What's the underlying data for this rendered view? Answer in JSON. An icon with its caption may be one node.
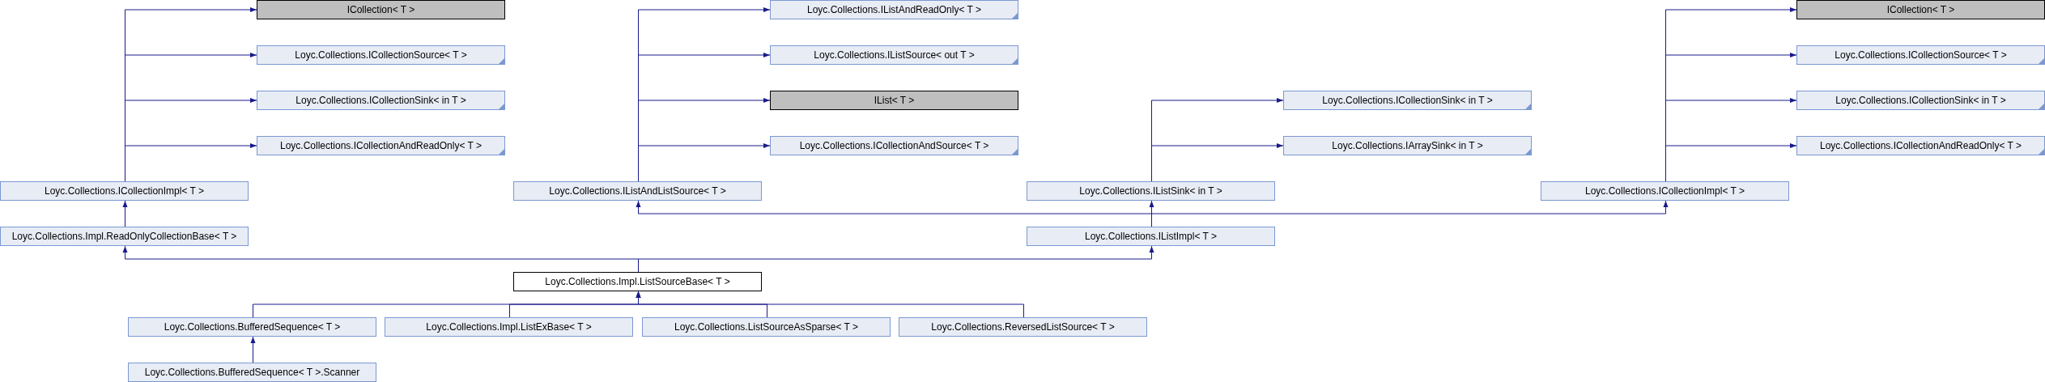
{
  "diagram": {
    "nodes": [
      {
        "text": [
          "ICollection< T >"
        ]
      },
      {
        "text": [
          "Loyc.Collections.IListAndReadOnly< T >"
        ]
      },
      {
        "text": [
          "ICollection< T >"
        ]
      },
      {
        "text": [
          "Loyc.Collections.ICollectionSource< T >"
        ]
      },
      {
        "text": [
          "Loyc.Collections.IListSource< out T >"
        ]
      },
      {
        "text": [
          "Loyc.Collections.ICollectionSource< T >"
        ]
      },
      {
        "text": [
          "Loyc.Collections.ICollectionSink< in T >"
        ]
      },
      {
        "text": [
          "IList< T >"
        ]
      },
      {
        "text": [
          "Loyc.Collections.ICollectionSink< in T >"
        ]
      },
      {
        "text": [
          "Loyc.Collections.ICollectionSink< in T >"
        ]
      },
      {
        "text": [
          "Loyc.Collections.ICollectionAndReadOnly< T >"
        ]
      },
      {
        "text": [
          "Loyc.Collections.ICollectionAndSource< T >"
        ]
      },
      {
        "text": [
          "Loyc.Collections.IArraySink< in T >"
        ]
      },
      {
        "text": [
          "Loyc.Collections.ICollectionAndReadOnly< T >"
        ]
      },
      {
        "text": [
          "Loyc.Collections.ICollectionImpl< T >"
        ]
      },
      {
        "text": [
          "Loyc.Collections.IListAndListSource< T >"
        ]
      },
      {
        "text": [
          "Loyc.Collections.IListSink< in T >"
        ]
      },
      {
        "text": [
          "Loyc.Collections.ICollectionImpl< T >"
        ]
      },
      {
        "text": [
          "Loyc.Collections.Impl.ReadOnlyCollectionBase< T >"
        ]
      },
      {
        "text": [
          "Loyc.Collections.IListImpl< T >"
        ]
      },
      {
        "text": [
          "Loyc.Collections.Impl.ListSourceBase< T >"
        ]
      },
      {
        "text": [
          "Loyc.Collections.BufferedSequence< T >"
        ]
      },
      {
        "text": [
          "Loyc.Collections.Impl.ListExBase< T >"
        ]
      },
      {
        "text": [
          "Loyc.Collections.ListSourceAsSparse< T >"
        ]
      },
      {
        "text": [
          "Loyc.Collections.ReversedListSource< T >"
        ]
      },
      {
        "text": [
          "Loyc.Collections.BufferedSequence< T >.Scanner"
        ]
      }
    ],
    "edges": [
      {
        "from": 14,
        "to": 0,
        "arrow": "to"
      },
      {
        "from": 14,
        "to": 3,
        "arrow": "to"
      },
      {
        "from": 14,
        "to": 6,
        "arrow": "to"
      },
      {
        "from": 14,
        "to": 10,
        "arrow": "to"
      },
      {
        "from": 15,
        "to": 1,
        "arrow": "to"
      },
      {
        "from": 15,
        "to": 4,
        "arrow": "to"
      },
      {
        "from": 15,
        "to": 7,
        "arrow": "to"
      },
      {
        "from": 15,
        "to": 11,
        "arrow": "to"
      },
      {
        "from": 16,
        "to": 8,
        "arrow": "to"
      },
      {
        "from": 16,
        "to": 12,
        "arrow": "to"
      },
      {
        "from": 17,
        "to": 2,
        "arrow": "to"
      },
      {
        "from": 17,
        "to": 5,
        "arrow": "to"
      },
      {
        "from": 17,
        "to": 9,
        "arrow": "to"
      },
      {
        "from": 17,
        "to": 13,
        "arrow": "to"
      },
      {
        "from": 18,
        "to": 14,
        "arrow": "to"
      },
      {
        "from": 19,
        "to": 15,
        "arrow": "to"
      },
      {
        "from": 19,
        "to": 16,
        "arrow": "to"
      },
      {
        "from": 19,
        "to": 17,
        "arrow": "to"
      },
      {
        "from": 20,
        "to": 18,
        "arrow": "to"
      },
      {
        "from": 20,
        "to": 19,
        "arrow": "to"
      },
      {
        "from": 21,
        "to": 20,
        "arrow": "to"
      },
      {
        "from": 22,
        "to": 20,
        "arrow": "to"
      },
      {
        "from": 23,
        "to": 20,
        "arrow": "to"
      },
      {
        "from": 24,
        "to": 20,
        "arrow": "to"
      },
      {
        "from": 25,
        "to": 21,
        "arrow": "to"
      }
    ]
  }
}
